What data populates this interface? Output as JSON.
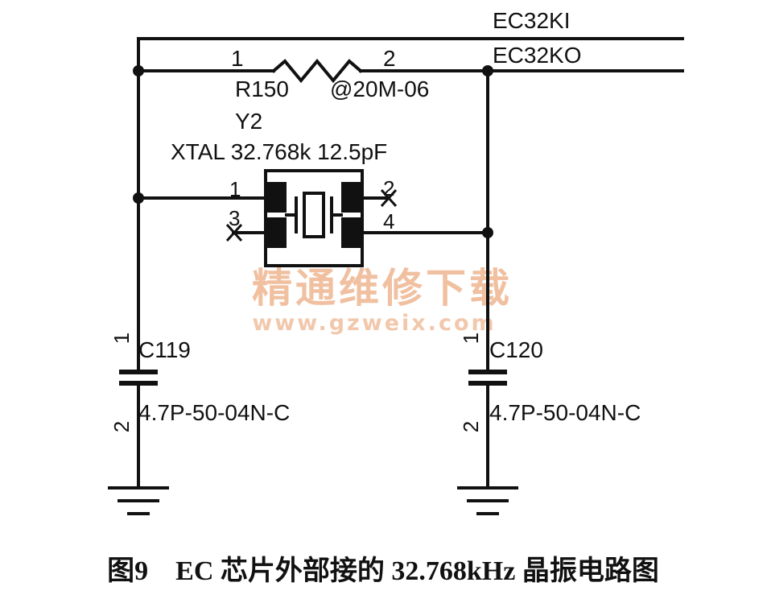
{
  "colors": {
    "ink": "#111111",
    "watermark": "#f0c0a0",
    "watermark_url": "#f2c8ac",
    "background": "#ffffff"
  },
  "nets": {
    "ec32ki": "EC32KI",
    "ec32ko": "EC32KO"
  },
  "resistor": {
    "ref": "R150",
    "value": "@20M-06",
    "pin1": "1",
    "pin2": "2"
  },
  "crystal": {
    "ref": "Y2",
    "value": "XTAL 32.768k 12.5pF",
    "pin1": "1",
    "pin2": "2",
    "pin3": "3",
    "pin4": "4"
  },
  "capacitors": [
    {
      "ref": "C119",
      "value": "4.7P-50-04N-C",
      "pin1": "1",
      "pin2": "2"
    },
    {
      "ref": "C120",
      "value": "4.7P-50-04N-C",
      "pin1": "1",
      "pin2": "2"
    }
  ],
  "watermark": {
    "title": "精通维修下载",
    "url": "www.gzweix.com"
  },
  "caption": "图9　EC 芯片外部接的 32.768kHz 晶振电路图",
  "icons": [
    "ground-symbol-icon",
    "no-connect-icon",
    "junction-dot-icon"
  ]
}
